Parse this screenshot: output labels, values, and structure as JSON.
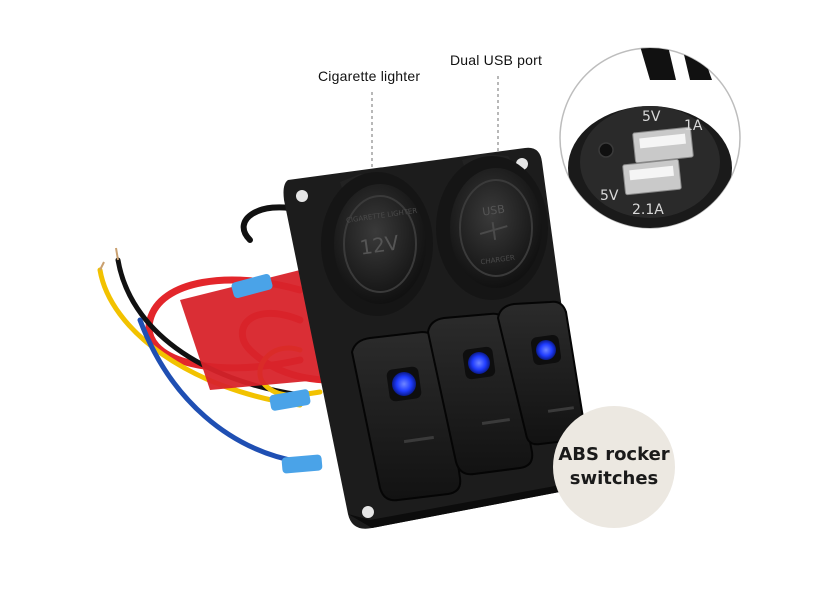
{
  "callouts": {
    "cigarette_lighter": "Cigarette lighter",
    "dual_usb_port": "Dual USB port"
  },
  "badge": {
    "line1": "ABS rocker",
    "line2": "switches"
  },
  "socket_text": {
    "lighter": "12V",
    "lighter_ring": "CIGARETTE LIGHTER",
    "usb_cap": "USB",
    "usb_ring": "CHARGER"
  },
  "usb_inset": {
    "port1_volts": "5V",
    "port1_amps": "1A",
    "port2_volts": "5V",
    "port2_amps": "2.1A"
  },
  "colors": {
    "panel": "#1c1c1c",
    "rocker_led": "#1f3cff",
    "wire_red": "#e3262b",
    "wire_yellow": "#f2c200",
    "wire_blue": "#1f4fb3",
    "connector_blue": "#4aa3e8",
    "badge_bg": "#ece8e1"
  }
}
